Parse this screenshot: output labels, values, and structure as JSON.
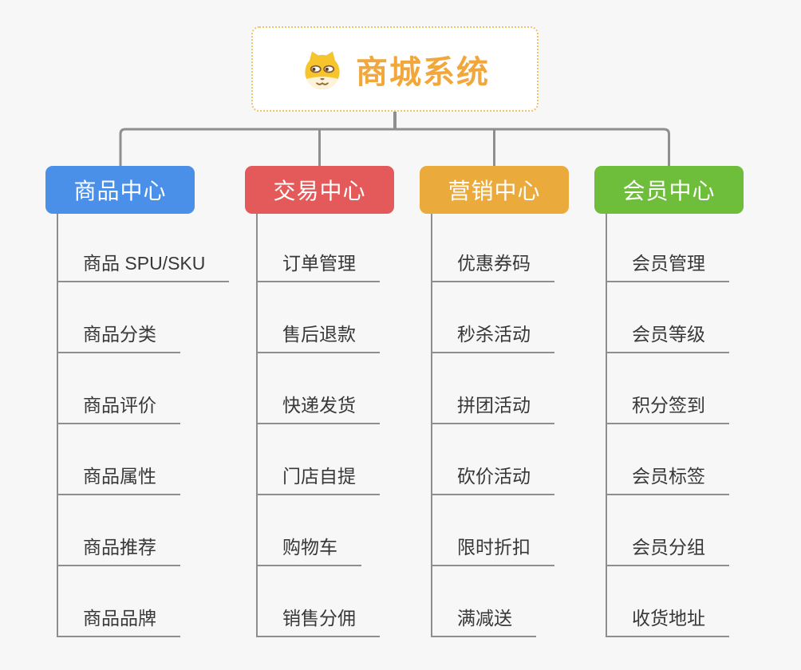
{
  "root": {
    "title": "商城系统",
    "icon": "dog-face-icon",
    "title_color": "#F1A73C",
    "border_color": "#F3C06A"
  },
  "branches": [
    {
      "id": "product-center",
      "label": "商品中心",
      "color": "#4A8FE8",
      "items": [
        "商品 SPU/SKU",
        "商品分类",
        "商品评价",
        "商品属性",
        "商品推荐",
        "商品品牌"
      ]
    },
    {
      "id": "trade-center",
      "label": "交易中心",
      "color": "#E45A5A",
      "items": [
        "订单管理",
        "售后退款",
        "快递发货",
        "门店自提",
        "购物车",
        "销售分佣"
      ]
    },
    {
      "id": "marketing-center",
      "label": "营销中心",
      "color": "#EBAB3C",
      "items": [
        "优惠券码",
        "秒杀活动",
        "拼团活动",
        "砍价活动",
        "限时折扣",
        "满减送"
      ]
    },
    {
      "id": "member-center",
      "label": "会员中心",
      "color": "#6EBE3B",
      "items": [
        "会员管理",
        "会员等级",
        "积分签到",
        "会员标签",
        "会员分组",
        "收货地址"
      ]
    }
  ],
  "colors": {
    "background": "#f7f7f7",
    "connector": "#8f8f8f",
    "leaf_underline": "#8e8e8e",
    "leaf_text": "#383838"
  }
}
